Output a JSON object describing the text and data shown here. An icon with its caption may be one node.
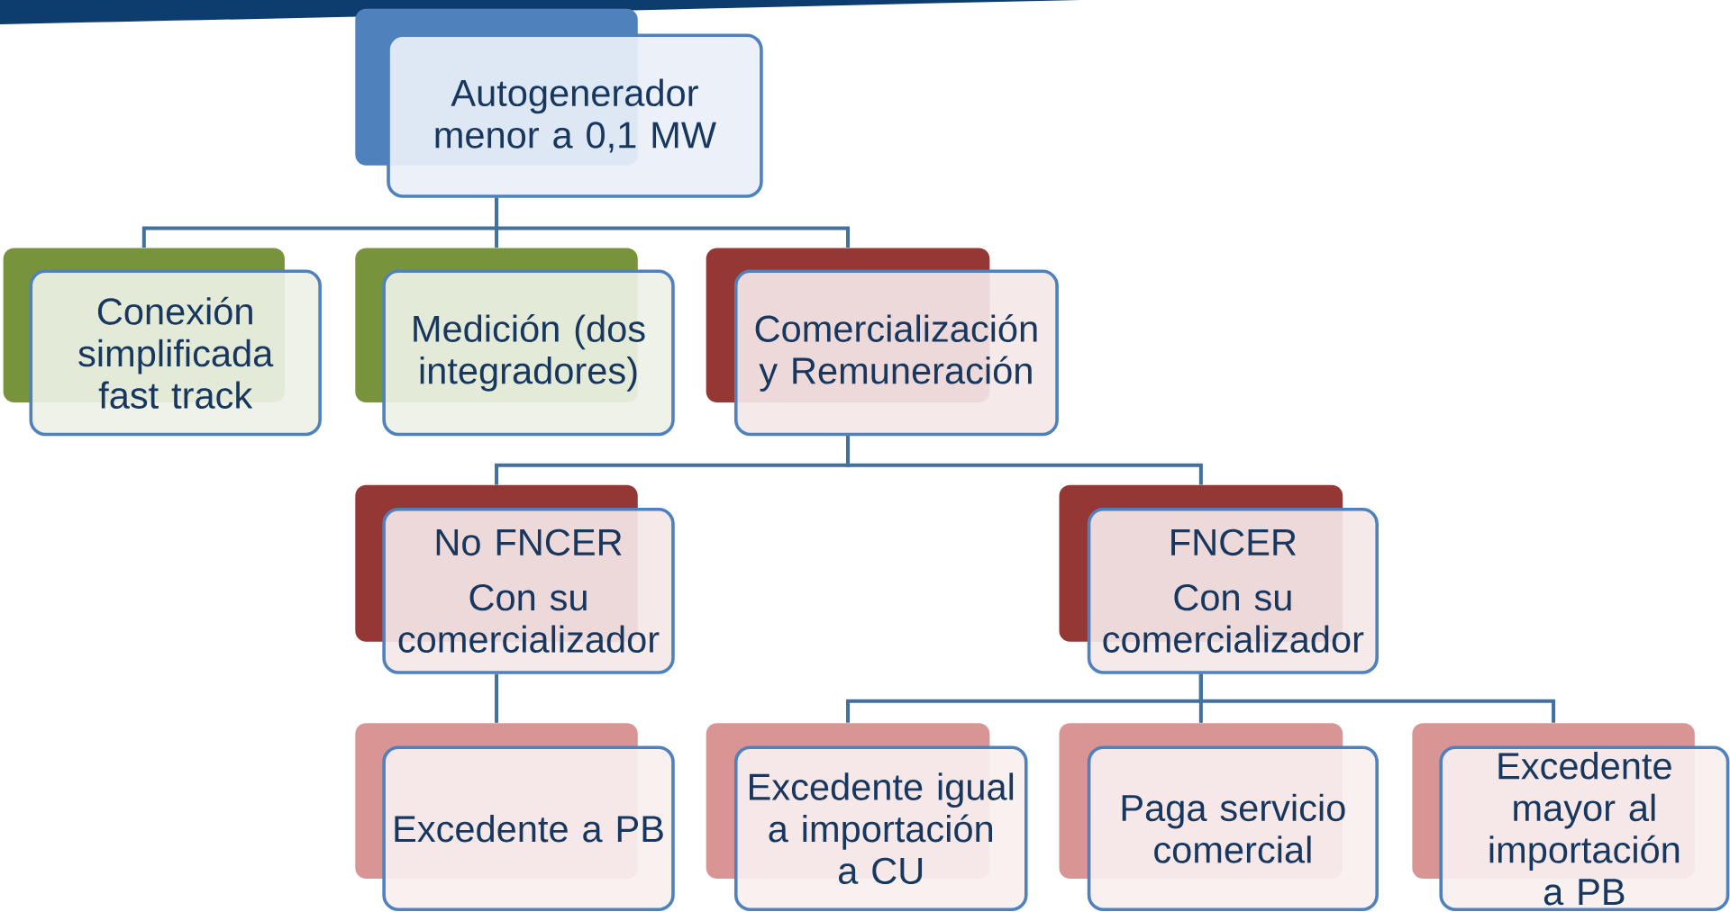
{
  "diagram": {
    "nodes": [
      {
        "text": [
          "Autogenerador menor a 0,1 MW"
        ]
      },
      {
        "text": [
          "Conexión simplificada fast track"
        ]
      },
      {
        "text": [
          "Medición (dos integradores)"
        ]
      },
      {
        "text": [
          "Comercialización y Remuneración"
        ]
      },
      {
        "text": [
          "No FNCER",
          "Con su comercializador"
        ]
      },
      {
        "text": [
          "FNCER",
          "Con su comercializador"
        ]
      },
      {
        "text": [
          "Excedente a PB"
        ]
      },
      {
        "text": [
          "Excedente igual a importación a CU"
        ]
      },
      {
        "text": [
          "Paga servicio comercial"
        ]
      },
      {
        "text": [
          "Excedente mayor al importación a PB"
        ]
      }
    ],
    "edges": [
      {
        "from": 0,
        "to": 1,
        "arrow": "none"
      },
      {
        "from": 0,
        "to": 2,
        "arrow": "none"
      },
      {
        "from": 0,
        "to": 3,
        "arrow": "none"
      },
      {
        "from": 3,
        "to": 4,
        "arrow": "none"
      },
      {
        "from": 3,
        "to": 5,
        "arrow": "none"
      },
      {
        "from": 4,
        "to": 6,
        "arrow": "none"
      },
      {
        "from": 5,
        "to": 7,
        "arrow": "none"
      },
      {
        "from": 5,
        "to": 8,
        "arrow": "none"
      },
      {
        "from": 5,
        "to": 9,
        "arrow": "none"
      }
    ]
  }
}
